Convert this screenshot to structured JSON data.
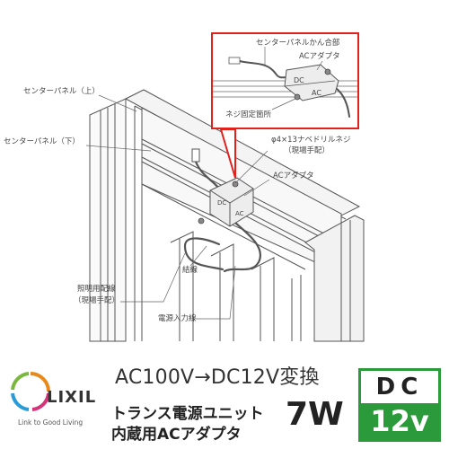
{
  "labels": {
    "center_panel_upper": "センターパネル（上）",
    "center_panel_lower": "センターパネル（下）",
    "lighting_wiring": "照明用配線",
    "lighting_wiring_note": "（現場手配）",
    "junction": "結線",
    "power_input_line": "電源入力線",
    "screw": "φ4×13ナベドリルネジ",
    "screw_note": "（現場手配）",
    "ac_adapter": "ACアダプタ",
    "adapter_dc_mark": "DC",
    "adapter_ac_mark": "AC"
  },
  "inset": {
    "panel_joint": "センターパネルかん合部",
    "ac_adapter": "ACアダプタ",
    "screw_location": "ネジ固定箇所",
    "dc_mark": "DC",
    "ac_mark": "AC"
  },
  "product": {
    "conversion": "AC100V→DC12V変換",
    "line1": "トランス電源ユニット",
    "line2": "内蔵用ACアダプタ",
    "wattage": "7W"
  },
  "badge": {
    "top": "DC",
    "bottom": "12v"
  },
  "brand": {
    "logo": "LIXIL",
    "tagline": "Link to Good Living"
  },
  "colors": {
    "accent_red": "#e2201c",
    "badge_green": "#2a9a3a",
    "line_gray": "#555555"
  }
}
